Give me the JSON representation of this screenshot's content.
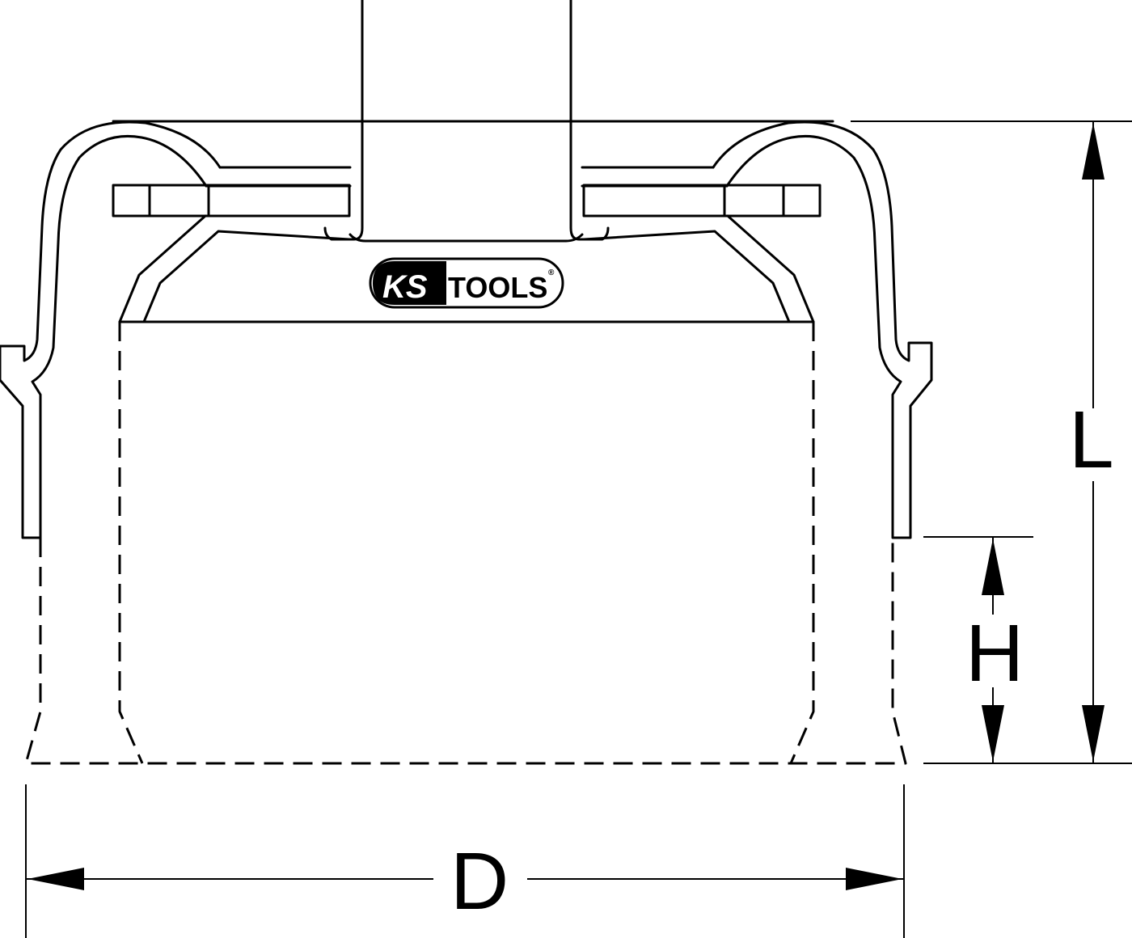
{
  "logo": {
    "brand_left": "KS",
    "brand_right": "TOOLS",
    "registered": "®"
  },
  "dimensions": {
    "length_label": "L",
    "height_label": "H",
    "diameter_label": "D"
  },
  "colors": {
    "line": "#000000",
    "background": "#ffffff"
  }
}
